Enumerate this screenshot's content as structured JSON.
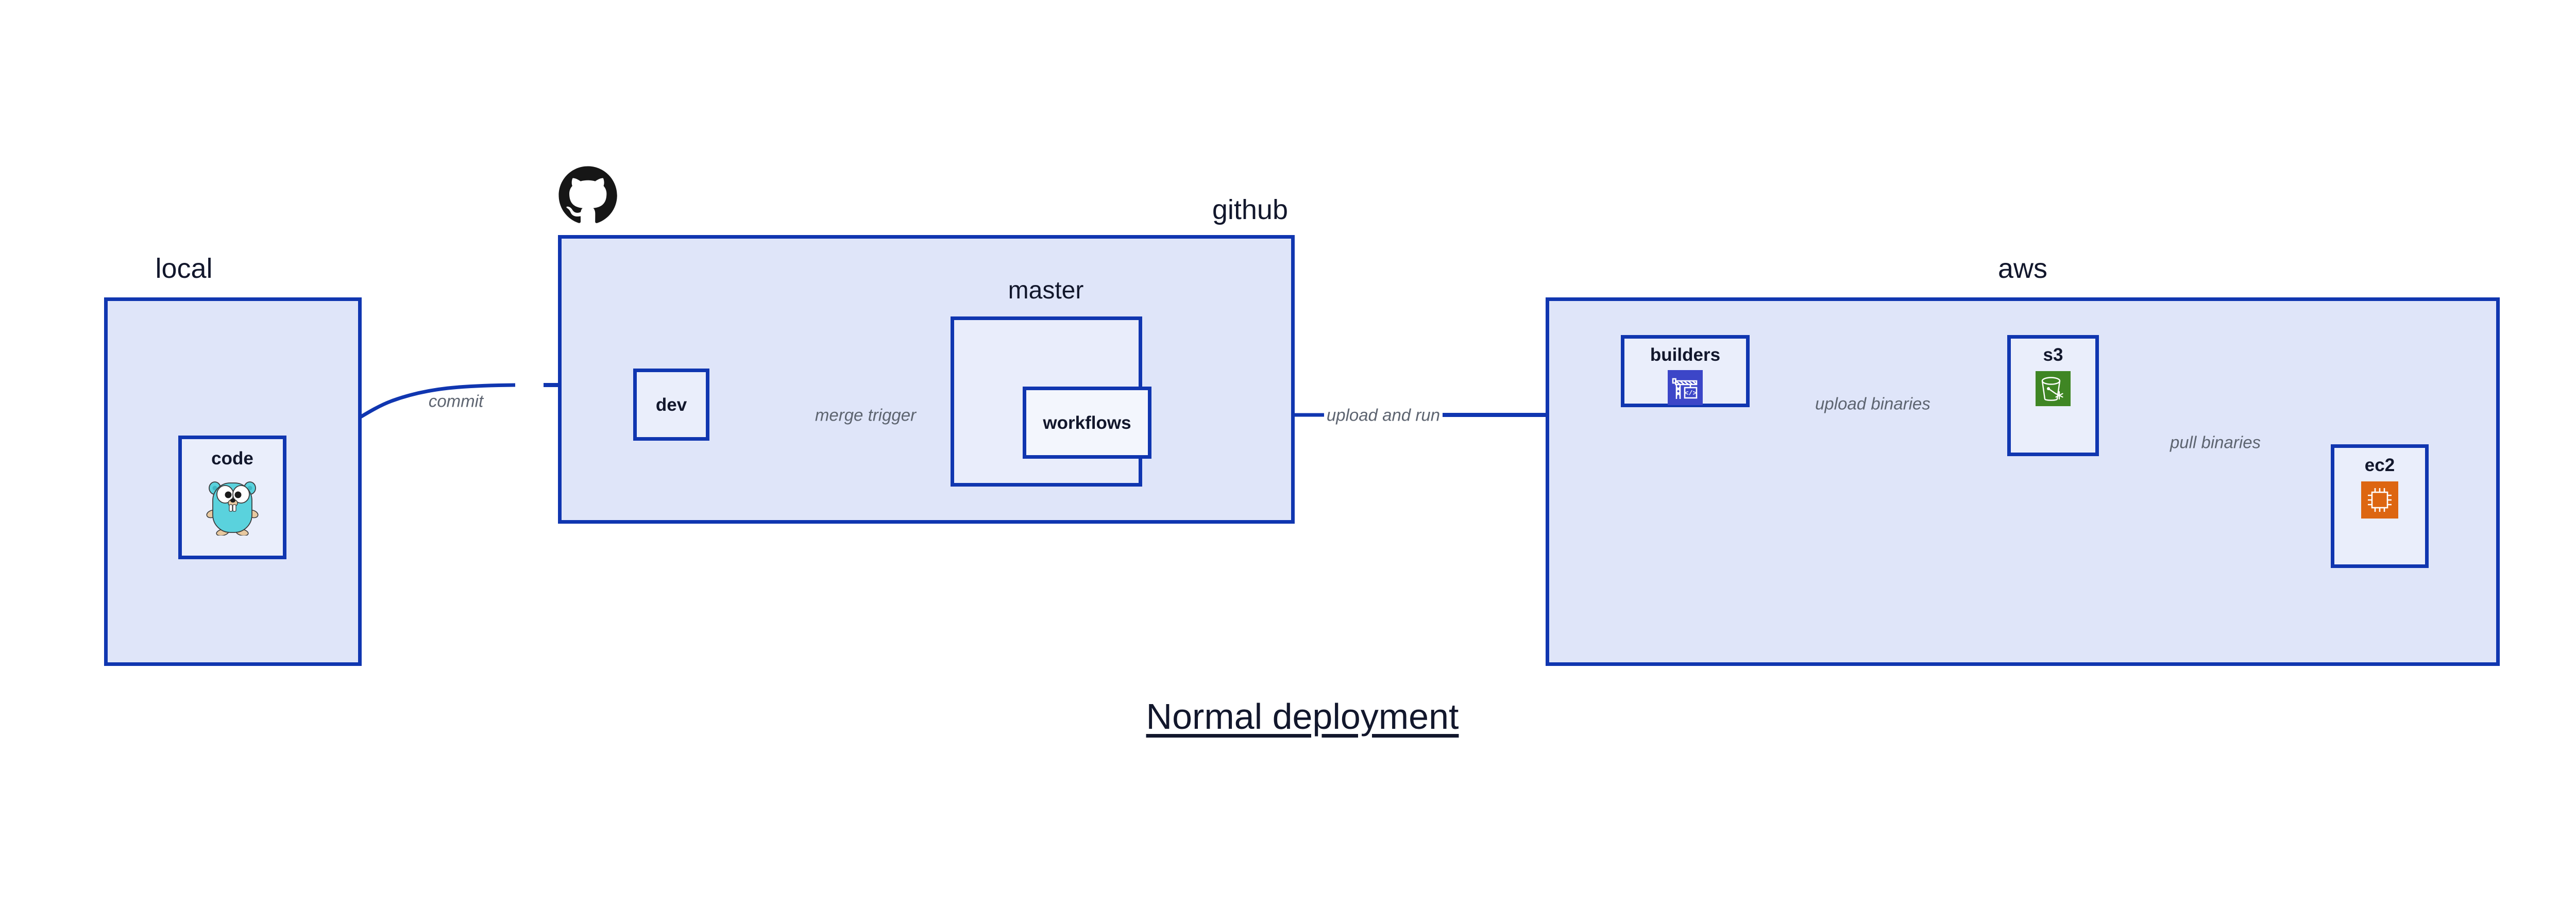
{
  "diagram": {
    "caption": "Normal deployment",
    "accent_border": "#1036b0",
    "group_fill": "#dfe5f9",
    "node_fill": "#eaeefb",
    "label_color": "#12172c",
    "edge_label_color": "#5d6470"
  },
  "groups": [
    {
      "id": "local",
      "title": "local"
    },
    {
      "id": "github",
      "title": "github"
    },
    {
      "id": "master",
      "title": "master"
    },
    {
      "id": "aws",
      "title": "aws"
    }
  ],
  "nodes": [
    {
      "id": "code",
      "label": "code",
      "icon": "go-gopher-icon"
    },
    {
      "id": "dev",
      "label": "dev",
      "icon": "none"
    },
    {
      "id": "workflows",
      "label": "workflows",
      "icon": "none"
    },
    {
      "id": "builders",
      "label": "builders",
      "icon": "aws-codebuild-icon",
      "icon_color": "#3c46c8"
    },
    {
      "id": "s3",
      "label": "s3",
      "icon": "aws-s3-bucket-icon",
      "icon_color": "#3f8624"
    },
    {
      "id": "ec2",
      "label": "ec2",
      "icon": "aws-ec2-chip-icon",
      "icon_color": "#dd6611"
    }
  ],
  "edges": [
    {
      "id": "commit",
      "label": "commit",
      "from": "code",
      "to": "dev"
    },
    {
      "id": "merge-trigger",
      "label": "merge trigger",
      "from": "dev",
      "to": "workflows"
    },
    {
      "id": "upload-and-run",
      "label": "upload and run",
      "from": "workflows",
      "to": "builders"
    },
    {
      "id": "upload-binaries",
      "label": "upload binaries",
      "from": "builders",
      "to": "s3"
    },
    {
      "id": "pull-binaries",
      "label": "pull binaries",
      "from": "s3",
      "to": "ec2"
    }
  ],
  "brand": {
    "github_logo": "github-octocat-icon"
  }
}
